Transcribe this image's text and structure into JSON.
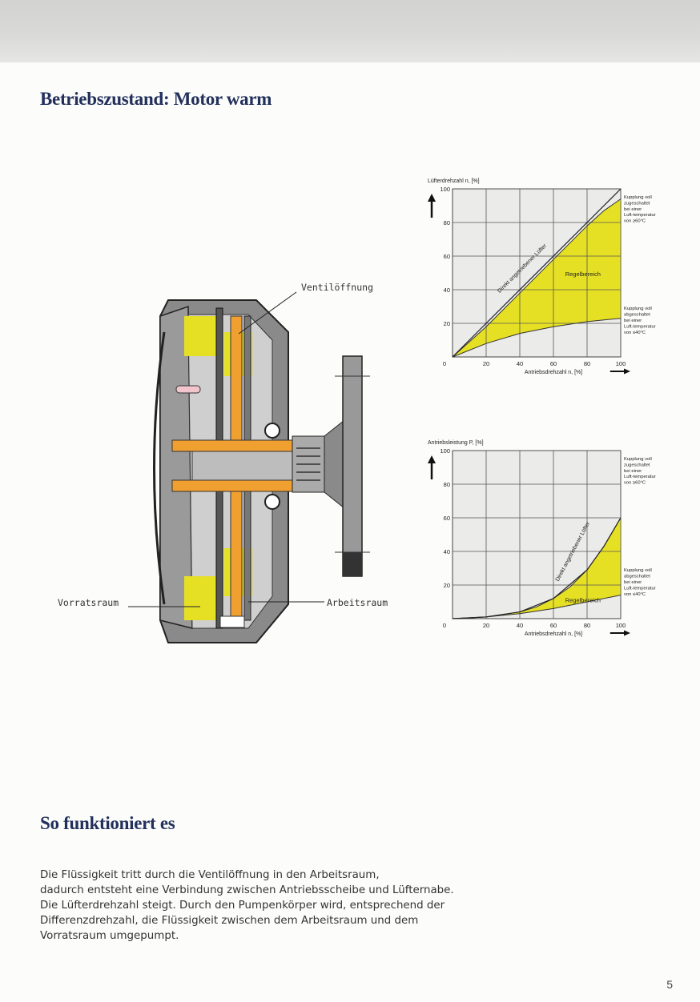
{
  "page": {
    "title": "Betriebszustand: Motor warm",
    "section_title": "So funktioniert es",
    "body_lines": [
      "Die Flüssigkeit tritt durch die Ventilöffnung in den Arbeitsraum,",
      "dadurch entsteht eine Verbindung zwischen Antriebsscheibe und Lüfternabe.",
      "Die Lüfterdrehzahl steigt. Durch den Pumpenkörper wird, entsprechend der",
      "Differenzdrehzahl, die Flüssigkeit zwischen dem Arbeitsraum und dem",
      "Vorratsraum umgepumpt."
    ],
    "page_number": "5"
  },
  "diagram": {
    "label_valve": "Ventilöffnung",
    "label_reservoir": "Vorratsraum",
    "label_working": "Arbeitsraum",
    "colors": {
      "fluid": "#e6e025",
      "shaft": "#f0a030",
      "housing": "#8a8a8a",
      "light": "#cfcfcf"
    }
  },
  "chart_data": [
    {
      "type": "area",
      "ylabel": "Lüfterdrehzahl n, [%]",
      "xlabel": "Antriebsdrehzahl n, [%]",
      "xlim": [
        0,
        100
      ],
      "ylim": [
        0,
        100
      ],
      "xticks": [
        20,
        40,
        60,
        80,
        100
      ],
      "yticks": [
        20,
        40,
        60,
        80,
        100
      ],
      "origin_label": "0",
      "grid": true,
      "region_label": "Regelbereich",
      "line_label": "Direkt angetriebener Lüfter",
      "annotation_top": "Kupplung voll zugeschaltet bei einer Luft-temperatur von ≥60°C",
      "annotation_bottom": "Kupplung voll abgeschaltet bei einer Luft-temperatur von ≤40°C",
      "upper_curve": {
        "x": [
          0,
          20,
          40,
          60,
          80,
          90,
          100
        ],
        "y": [
          0,
          18,
          38,
          58,
          78,
          87,
          94
        ]
      },
      "lower_curve": {
        "x": [
          0,
          20,
          40,
          60,
          80,
          100
        ],
        "y": [
          0,
          8,
          14,
          18,
          21,
          23
        ]
      },
      "direct_line": {
        "x": [
          0,
          100
        ],
        "y": [
          0,
          100
        ]
      },
      "fill_color": "#e6e025"
    },
    {
      "type": "area",
      "ylabel": "Antriebsleistung P, [%]",
      "xlabel": "Antriebsdrehzahl n, [%]",
      "xlim": [
        0,
        100
      ],
      "ylim": [
        0,
        100
      ],
      "xticks": [
        20,
        40,
        60,
        80,
        100
      ],
      "yticks": [
        20,
        40,
        60,
        80,
        100
      ],
      "origin_label": "0",
      "grid": true,
      "region_label": "Regelbereich",
      "line_label": "Direkt angetriebener Lüfter",
      "annotation_top": "Kupplung voll zugeschaltet bei einer Luft-temperatur von ≥60°C",
      "annotation_bottom": "Kupplung voll abgeschaltet bei einer Luft-temperatur von ≤40°C",
      "upper_curve": {
        "x": [
          0,
          20,
          40,
          50,
          60,
          70,
          80,
          90,
          100
        ],
        "y": [
          0,
          1,
          4,
          7,
          12,
          19,
          29,
          43,
          60
        ]
      },
      "lower_curve": {
        "x": [
          0,
          20,
          40,
          60,
          80,
          100
        ],
        "y": [
          0,
          1,
          3,
          6,
          10,
          14
        ]
      },
      "direct_line": {
        "x": [
          0,
          20,
          40,
          60,
          80,
          90,
          100
        ],
        "y": [
          0,
          1,
          4,
          12,
          29,
          43,
          60
        ]
      },
      "fill_color": "#e6e025"
    }
  ]
}
